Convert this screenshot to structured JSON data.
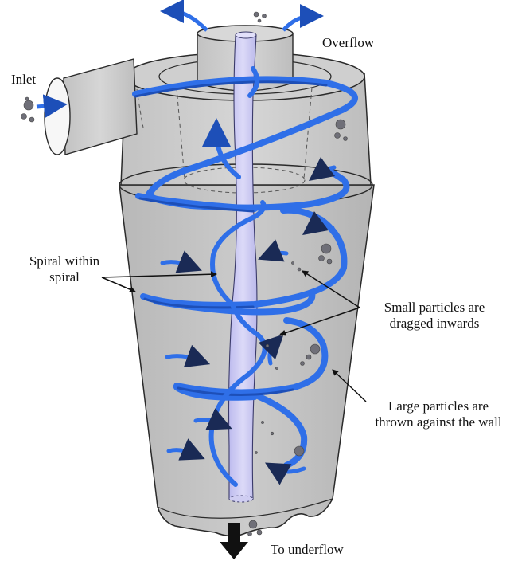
{
  "labels": {
    "inlet": "Inlet",
    "overflow": "Overflow",
    "spiral_within_spiral": "Spiral within\nspiral",
    "small_particles": "Small particles are\ndragged inwards",
    "large_particles": "Large particles are\nthrown against the wall",
    "underflow": "To underflow"
  },
  "colors": {
    "spiral_blue": "#2f6fe8",
    "spiral_dark": "#1d4fb8",
    "body_gray": "#c4c4c4",
    "body_dark": "#a9a9a9",
    "core_lavender": "#cfcdf2",
    "outline": "#2a2a2a",
    "arrow": "#111111",
    "particle": "#707078"
  }
}
